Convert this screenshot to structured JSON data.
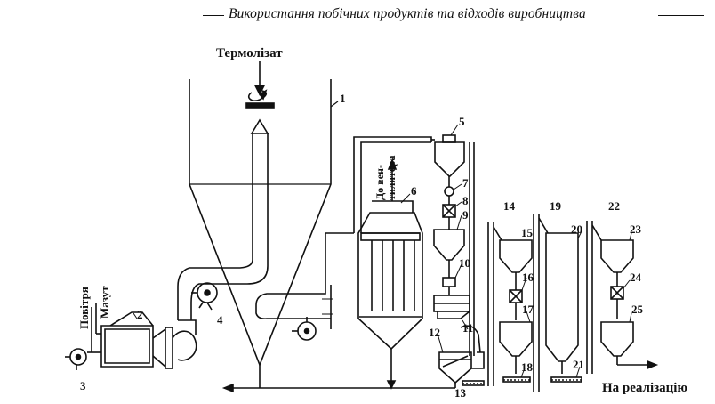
{
  "header": {
    "title": "Використання побічних продуктів та відходів виробництва"
  },
  "diagram": {
    "labels": {
      "thermolysate": "Термолізат",
      "to_fan_line1": "До вен-",
      "to_fan_line2": "тилятора",
      "air": "Повітря",
      "fuel_oil": "Мазут",
      "for_sale": "На реалізацію"
    },
    "numbers": [
      "1",
      "2",
      "3",
      "4",
      "5",
      "6",
      "7",
      "8",
      "9",
      "10",
      "11",
      "12",
      "13",
      "14",
      "15",
      "16",
      "17",
      "18",
      "19",
      "20",
      "21",
      "22",
      "23",
      "24",
      "25"
    ]
  }
}
